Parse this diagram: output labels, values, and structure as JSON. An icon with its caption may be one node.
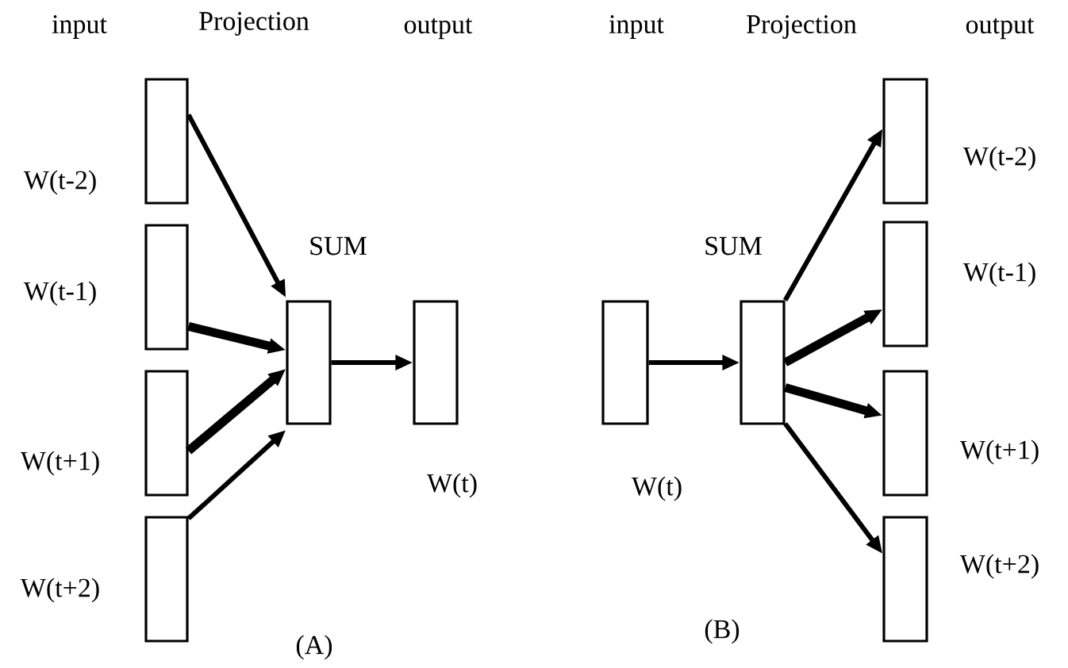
{
  "diagram": {
    "nodes": [
      {
        "text": [],
        "shape": "box",
        "beside": [
          "W(t-2)"
        ]
      },
      {
        "text": [],
        "shape": "box",
        "beside": [
          "W(t-1)"
        ]
      },
      {
        "text": [],
        "shape": "box",
        "beside": [
          "W(t+1)"
        ]
      },
      {
        "text": [],
        "shape": "box",
        "beside": [
          "W(t+2)"
        ]
      },
      {
        "text": [],
        "shape": "box",
        "beside": [
          "SUM"
        ]
      },
      {
        "text": [],
        "shape": "box",
        "beside": [
          "W(t)"
        ]
      },
      {
        "text": [],
        "shape": "box",
        "beside": [
          "W(t)"
        ]
      },
      {
        "text": [],
        "shape": "box",
        "beside": [
          "SUM"
        ]
      },
      {
        "text": [],
        "shape": "box",
        "beside": [
          "W(t-2)"
        ]
      },
      {
        "text": [],
        "shape": "box",
        "beside": [
          "W(t-1)"
        ]
      },
      {
        "text": [],
        "shape": "box",
        "beside": [
          "W(t+1)"
        ]
      },
      {
        "text": [],
        "shape": "box",
        "beside": [
          "W(t+2)"
        ]
      }
    ],
    "edges": [
      {
        "from": 0,
        "to": 4,
        "arrow": "to"
      },
      {
        "from": 1,
        "to": 4,
        "arrow": "to",
        "style": "thick"
      },
      {
        "from": 2,
        "to": 4,
        "arrow": "to",
        "style": "thick"
      },
      {
        "from": 3,
        "to": 4,
        "arrow": "to"
      },
      {
        "from": 4,
        "to": 5,
        "arrow": "to"
      },
      {
        "from": 6,
        "to": 7,
        "arrow": "to"
      },
      {
        "from": 7,
        "to": 8,
        "arrow": "to"
      },
      {
        "from": 7,
        "to": 9,
        "arrow": "to",
        "style": "thick"
      },
      {
        "from": 7,
        "to": 10,
        "arrow": "to",
        "style": "thick"
      },
      {
        "from": 7,
        "to": 11,
        "arrow": "to"
      }
    ],
    "labels": [
      "input",
      "Projection",
      "output",
      "input",
      "Projection",
      "output",
      "(A)",
      "(B)"
    ]
  }
}
